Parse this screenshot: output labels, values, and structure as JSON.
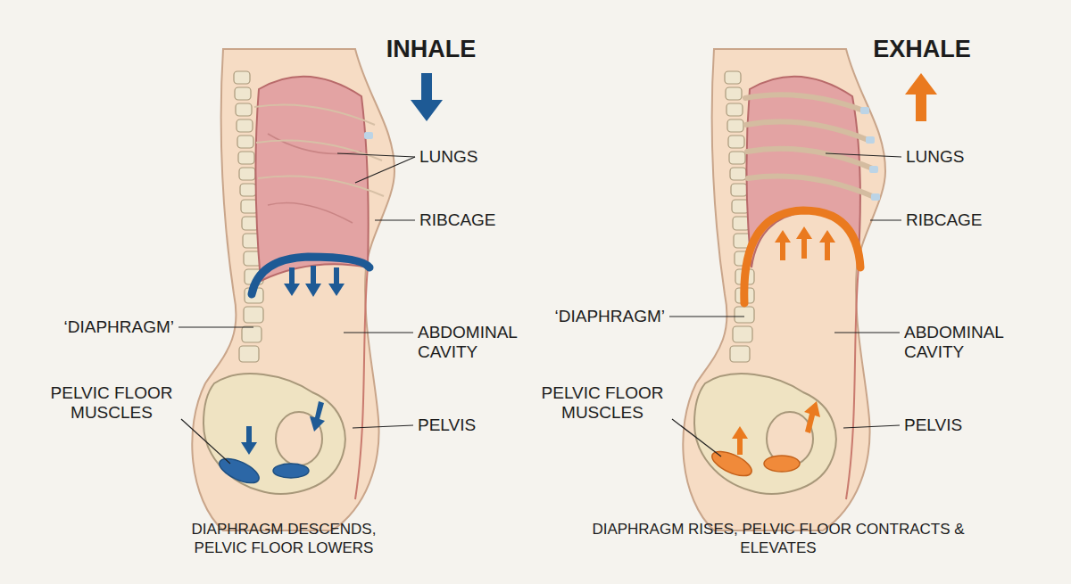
{
  "diagram": {
    "labels": [
      "INHALE",
      "LUNGS",
      "RIBCAGE",
      "‘DIAPHRAGM’",
      "ABDOMINAL CAVITY",
      "PELVIC FLOOR MUSCLES",
      "PELVIS",
      "DIAPHRAGM DESCENDS, PELVIC FLOOR LOWERS",
      "EXHALE",
      "LUNGS",
      "RIBCAGE",
      "‘DIAPHRAGM’",
      "ABDOMINAL CAVITY",
      "PELVIC FLOOR MUSCLES",
      "PELVIS",
      "DIAPHRAGM RISES, PELVIC FLOOR CONTRACTS & ELEVATES"
    ]
  }
}
